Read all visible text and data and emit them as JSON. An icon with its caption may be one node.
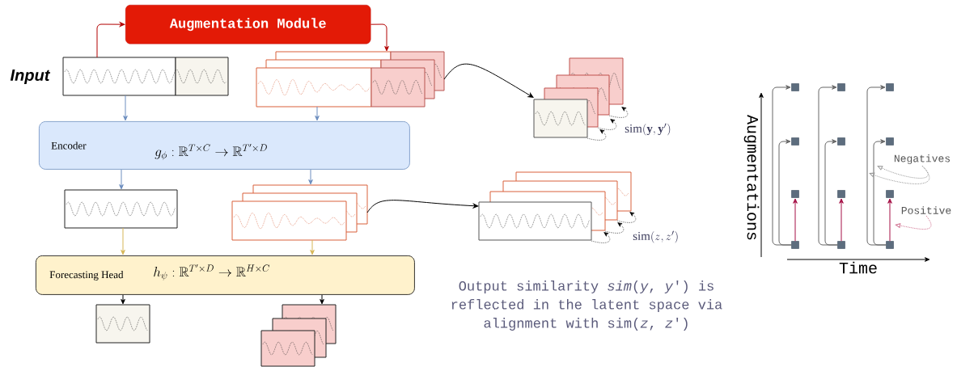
{
  "diagram": {
    "nodes": [
      {
        "text": [
          "Augmentation Module"
        ]
      },
      {
        "text": [],
        "shape": "picture",
        "beside": [
          "Input"
        ]
      },
      {
        "text": [],
        "shape": "picture"
      },
      {
        "text": [
          "Encoder",
          "g_{\\phi} : \\mathbb{R}^{T \\times C} \\rightarrow \\mathbb{R}^{T' \\times D}"
        ]
      },
      {
        "text": [],
        "shape": "picture"
      },
      {
        "text": [],
        "shape": "picture"
      },
      {
        "text": [
          "Forecasting Head",
          "h_{\\psi} : \\mathbb{R}^{T' \\times D} \\rightarrow \\mathbb{R}^{H \\times C}"
        ]
      },
      {
        "text": [],
        "shape": "picture"
      },
      {
        "text": [],
        "shape": "picture"
      },
      {
        "text": [],
        "shape": "picture",
        "beside": [
          "\\mathrm{sim}(\\mathbf{y}, \\mathbf{y}')"
        ]
      },
      {
        "text": [],
        "shape": "picture",
        "beside": [
          "\\mathrm{sim}(z, z')"
        ]
      },
      {
        "text": [],
        "shape": "box"
      },
      {
        "text": [],
        "shape": "box"
      },
      {
        "text": [],
        "shape": "box"
      },
      {
        "text": [],
        "shape": "box"
      },
      {
        "text": [],
        "shape": "box"
      },
      {
        "text": [],
        "shape": "box"
      },
      {
        "text": [],
        "shape": "box"
      },
      {
        "text": [],
        "shape": "box"
      },
      {
        "text": [],
        "shape": "box"
      },
      {
        "text": [],
        "shape": "box"
      },
      {
        "text": [],
        "shape": "box"
      },
      {
        "text": [],
        "shape": "box"
      },
      {
        "text": [
          "Negatives"
        ]
      },
      {
        "text": [
          "Positive"
        ]
      }
    ],
    "edges": [
      {
        "from": 1,
        "to": 0,
        "arrow": "to",
        "color": "#b20000"
      },
      {
        "from": 0,
        "to": 2,
        "arrow": "to",
        "color": "#b20000"
      },
      {
        "from": 1,
        "to": 3,
        "arrow": "to",
        "color": "#6c8ebf"
      },
      {
        "from": 2,
        "to": 3,
        "arrow": "to",
        "color": "#6c8ebf"
      },
      {
        "from": 3,
        "to": 4,
        "arrow": "to",
        "color": "#6c8ebf"
      },
      {
        "from": 3,
        "to": 5,
        "arrow": "to",
        "color": "#6c8ebf"
      },
      {
        "from": 4,
        "to": 6,
        "arrow": "to",
        "color": "#d6b656"
      },
      {
        "from": 5,
        "to": 6,
        "arrow": "to",
        "color": "#d6b656"
      },
      {
        "from": 6,
        "to": 7,
        "arrow": "to",
        "color": "#000000"
      },
      {
        "from": 6,
        "to": 8,
        "arrow": "to",
        "color": "#000000"
      },
      {
        "from": 2,
        "to": 9,
        "arrow": "to",
        "color": "#000000"
      },
      {
        "from": 5,
        "to": 10,
        "arrow": "to",
        "color": "#000000"
      },
      {
        "from": 20,
        "to": 17,
        "arrow": "to",
        "color": "#a50f45"
      },
      {
        "from": 20,
        "to": 14,
        "arrow": "to",
        "color": "#666666"
      },
      {
        "from": 20,
        "to": 11,
        "arrow": "to",
        "color": "#666666"
      },
      {
        "from": 21,
        "to": 18,
        "arrow": "to",
        "color": "#a50f45"
      },
      {
        "from": 21,
        "to": 15,
        "arrow": "to",
        "color": "#666666"
      },
      {
        "from": 21,
        "to": 12,
        "arrow": "to",
        "color": "#666666"
      },
      {
        "from": 22,
        "to": 19,
        "arrow": "to",
        "color": "#a50f45"
      },
      {
        "from": 22,
        "to": 16,
        "arrow": "to",
        "color": "#666666"
      },
      {
        "from": 22,
        "to": 13,
        "arrow": "to",
        "color": "#666666"
      },
      {
        "from": 23,
        "to": null,
        "arrow": "to",
        "style": "dashed",
        "color": "#999999"
      },
      {
        "from": 23,
        "to": null,
        "arrow": "to",
        "style": "dashed",
        "color": "#999999"
      },
      {
        "from": 24,
        "to": null,
        "arrow": "to",
        "style": "dashed",
        "color": "#d07090"
      }
    ],
    "labels": [
      "Output similarity *sim*(*y*, *y*') is reflected in the latent space via alignment with sim(*z*, *z*')",
      "Augmentations",
      "Time"
    ]
  }
}
